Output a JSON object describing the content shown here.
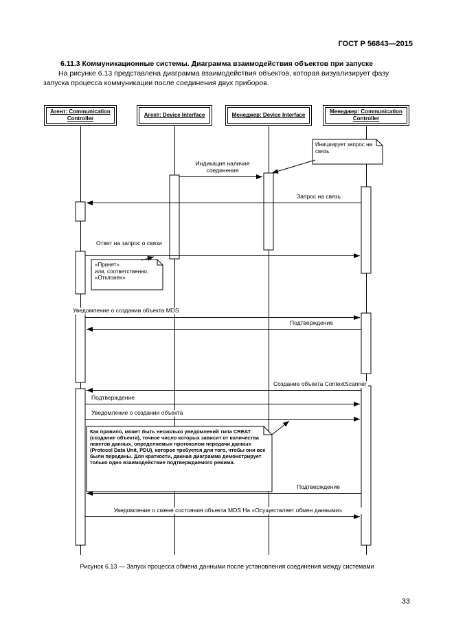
{
  "page": {
    "header_right": "ГОСТ Р 56843—2015",
    "page_number": "33"
  },
  "section": {
    "heading": "6.11.3 Коммуникационные системы. Диаграмма взаимодействия объектов при запуске",
    "paragraph": "На рисунке 6.13 представлена диаграмма взаимодействия объектов, которая визуализирует фазу запуска процесса коммуникации после соединения двух приборов."
  },
  "diagram": {
    "actors": [
      {
        "label": "Агент: Communication Controller"
      },
      {
        "label": "Агент: Device Interface"
      },
      {
        "label": "Менеджер: Device Interface"
      },
      {
        "label": "Менеджер: Communication Controller"
      }
    ],
    "messages": [
      {
        "label": "Индикация наличия соединения",
        "from": "Агент: Device Interface",
        "to": "Менеджер: Device Interface",
        "direction": "right"
      },
      {
        "label": "Запрос на связь",
        "from": "Менеджер: Communication Controller",
        "to": "Агент: Communication Controller",
        "direction": "left"
      },
      {
        "label": "Ответ на запрос о связи",
        "from": "Агент: Communication Controller",
        "to": "Менеджер: Communication Controller",
        "direction": "right"
      },
      {
        "label": "Уведомление о создании объекта MDS",
        "from": "Агент: Communication Controller",
        "to": "Менеджер: Communication Controller",
        "direction": "right"
      },
      {
        "label": "Подтверждение",
        "from": "Менеджер: Communication Controller",
        "to": "Агент: Communication Controller",
        "direction": "left"
      },
      {
        "label": "Создание объекта ContextScanner",
        "from": "Менеджер: Communication Controller",
        "to": "Агент: Communication Controller",
        "direction": "left"
      },
      {
        "label": "Подтверждение",
        "from": "Агент: Communication Controller",
        "to": "Менеджер: Communication Controller",
        "direction": "right"
      },
      {
        "label": "Уведомление о создании объекта",
        "from": "Агент: Communication Controller",
        "to": "Менеджер: Communication Controller",
        "direction": "right"
      },
      {
        "label": "Подтверждение",
        "from": "Менеджер: Communication Controller",
        "to": "Агент: Communication Controller",
        "direction": "left"
      },
      {
        "label": "Уведомление о смене состояния объекта MDS На «Осуществляет обмен данными»",
        "from": "Агент: Communication Controller",
        "to": "Менеджер: Communication Controller",
        "direction": "right"
      }
    ],
    "notes": {
      "init": "Инициирует запрос на связь",
      "response": "«Принят»\nили, соответственно,\n«Отклонен»",
      "create": "Как правило, может быть несколько уведомлений типа CREAT (создание объекта), точное число которых зависит от количества пакетов данных, определяемых протоколом передачи данных (Protocol Data Unit, PDU), которое требуется для того, чтобы они все были переданы. Для краткости, данная диаграмма демонстрирует только одно взаимодействие подтверждаемого режима."
    },
    "caption": "Рисунок 6.13 — Запуск процесса обмена данными после установления соединения между системами"
  },
  "colors": {
    "ink": "#000000",
    "paper": "#ffffff"
  }
}
